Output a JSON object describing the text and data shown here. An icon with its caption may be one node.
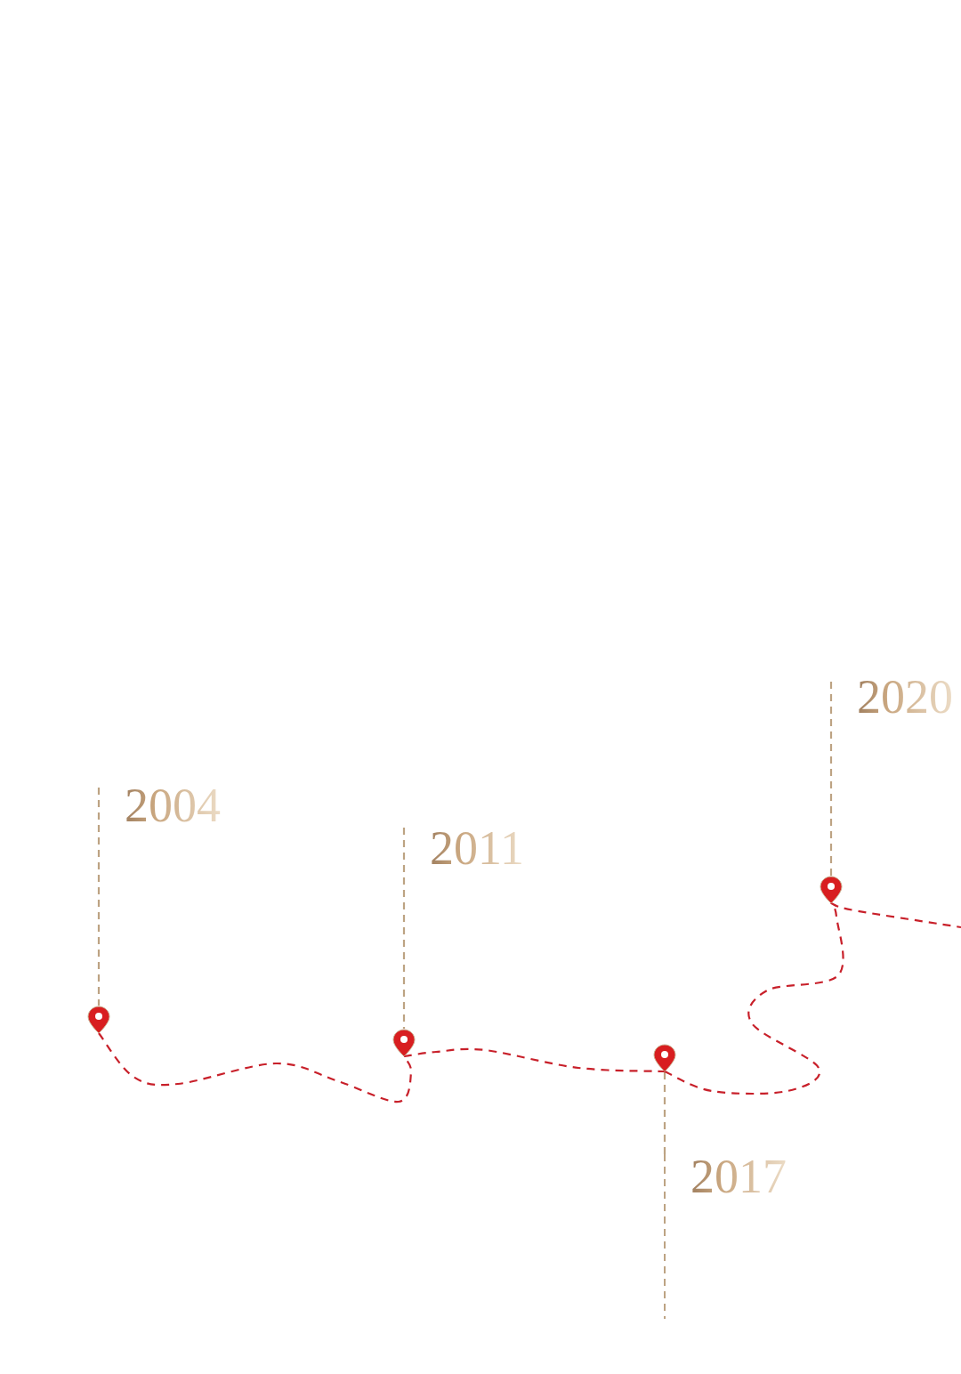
{
  "diagram": {
    "nodes": [
      {
        "text": [
          "2004"
        ]
      },
      {
        "text": [
          "2011"
        ]
      },
      {
        "text": [
          "2017"
        ]
      },
      {
        "text": [
          "2020"
        ]
      },
      {
        "text": [],
        "shape": "pin"
      },
      {
        "text": [],
        "shape": "pin"
      },
      {
        "text": [],
        "shape": "pin"
      },
      {
        "text": [],
        "shape": "pin"
      }
    ],
    "edges": [
      {
        "from": 0,
        "to": 4,
        "arrow": "none",
        "style": "dashed",
        "color": "#bda383"
      },
      {
        "from": 1,
        "to": 5,
        "arrow": "none",
        "style": "dashed",
        "color": "#bda383"
      },
      {
        "from": 2,
        "to": 6,
        "arrow": "none",
        "style": "dashed",
        "color": "#bda383"
      },
      {
        "from": 3,
        "to": 7,
        "arrow": "none",
        "style": "dashed",
        "color": "#bda383"
      },
      {
        "from": 4,
        "to": 5,
        "arrow": "none",
        "style": "dashed",
        "color": "#c8202a"
      },
      {
        "from": 5,
        "to": 6,
        "arrow": "none",
        "style": "dashed",
        "color": "#c8202a"
      },
      {
        "from": 6,
        "to": 7,
        "arrow": "none",
        "style": "dashed",
        "color": "#c8202a"
      },
      {
        "from": 7,
        "to": null,
        "arrow": "none",
        "style": "dashed",
        "color": "#c8202a"
      }
    ]
  }
}
